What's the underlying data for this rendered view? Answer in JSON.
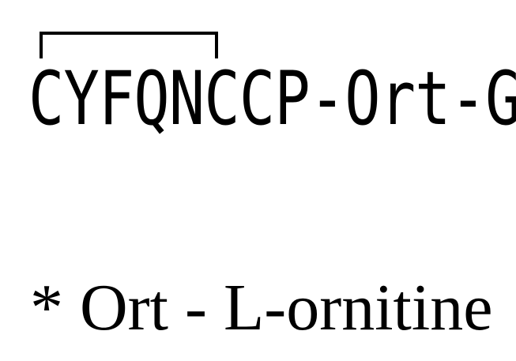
{
  "sequence": {
    "text": "CYFQNCCP-Ort-G",
    "disulfide_bridge": "C1-C6"
  },
  "footnote": {
    "text": "* Ort - L-ornitine"
  }
}
